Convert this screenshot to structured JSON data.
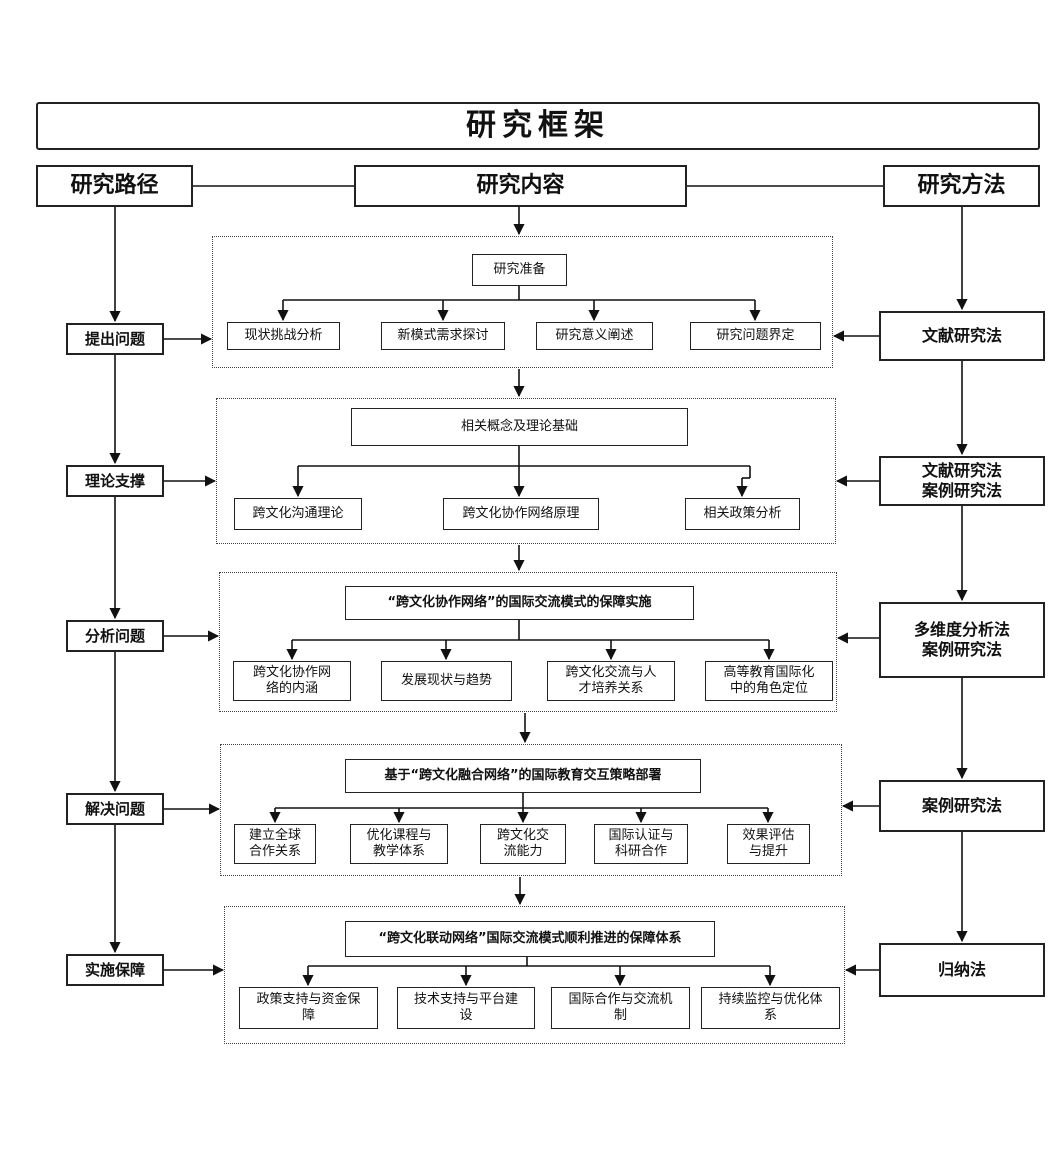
{
  "title": "研究框架",
  "headers": {
    "path": "研究路径",
    "content": "研究内容",
    "method": "研究方法"
  },
  "path_steps": [
    "提出问题",
    "理论支撑",
    "分析问题",
    "解决问题",
    "实施保障"
  ],
  "methods": [
    "文献研究法",
    "文献研究法\n案例研究法",
    "多维度分析法\n案例研究法",
    "案例研究法",
    "归纳法"
  ],
  "sections": [
    {
      "head": "研究准备",
      "items": [
        "现状挑战分析",
        "新模式需求探讨",
        "研究意义阐述",
        "研究问题界定"
      ]
    },
    {
      "head": "相关概念及理论基础",
      "items": [
        "跨文化沟通理论",
        "跨文化协作网络原理",
        "相关政策分析"
      ]
    },
    {
      "head": "“跨文化协作网络”的国际交流模式的保障实施",
      "items": [
        "跨文化协作网\n络的内涵",
        "发展现状与趋势",
        "跨文化交流与人\n才培养关系",
        "高等教育国际化\n中的角色定位"
      ]
    },
    {
      "head": "基于“跨文化融合网络”的国际教育交互策略部署",
      "items": [
        "建立全球\n合作关系",
        "优化课程与\n教学体系",
        "跨文化交\n流能力",
        "国际认证与\n科研合作",
        "效果评估\n与提升"
      ]
    },
    {
      "head": "“跨文化联动网络”国际交流模式顺利推进的保障体系",
      "items": [
        "政策支持与资金保\n障",
        "技术支持与平台建\n设",
        "国际合作与交流机\n制",
        "持续监控与优化体\n系"
      ]
    }
  ]
}
